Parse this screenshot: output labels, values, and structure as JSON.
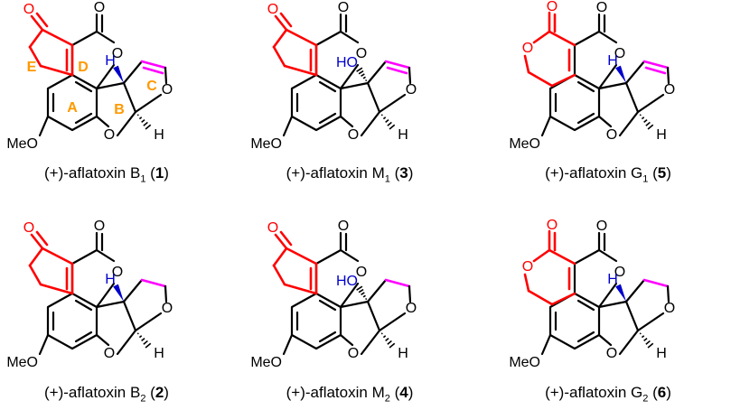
{
  "colors": {
    "bond": "#000000",
    "ring_E_highlight": "#ff0000",
    "ring_C_highlight": "#ff00ff",
    "stereo_label": "#0000cc",
    "ring_label": "#ff9900",
    "lactone_oxygen": "#ff0000"
  },
  "atoms": {
    "O": "O",
    "H": "H",
    "HO": "HO",
    "MeO": "MeO"
  },
  "ring_labels": {
    "A": "A",
    "B": "B",
    "C": "C",
    "D": "D",
    "E": "E"
  },
  "caption_prefix": "(+)-aflatoxin ",
  "compounds": [
    {
      "letter": "B",
      "sub": "1",
      "number": "1",
      "ring_E": "cyclopentenone",
      "ring_C": "dihydrofuran",
      "bridge": "H",
      "show_ring_labels": true
    },
    {
      "letter": "M",
      "sub": "1",
      "number": "3",
      "ring_E": "cyclopentenone",
      "ring_C": "dihydrofuran",
      "bridge": "HO",
      "show_ring_labels": false
    },
    {
      "letter": "G",
      "sub": "1",
      "number": "5",
      "ring_E": "lactone",
      "ring_C": "dihydrofuran",
      "bridge": "H",
      "show_ring_labels": false
    },
    {
      "letter": "B",
      "sub": "2",
      "number": "2",
      "ring_E": "cyclopentenone",
      "ring_C": "tetrahydrofuran",
      "bridge": "H",
      "show_ring_labels": false
    },
    {
      "letter": "M",
      "sub": "2",
      "number": "4",
      "ring_E": "cyclopentenone",
      "ring_C": "tetrahydrofuran",
      "bridge": "HO",
      "show_ring_labels": false
    },
    {
      "letter": "G",
      "sub": "2",
      "number": "6",
      "ring_E": "lactone",
      "ring_C": "tetrahydrofuran",
      "bridge": "H",
      "show_ring_labels": false
    }
  ]
}
